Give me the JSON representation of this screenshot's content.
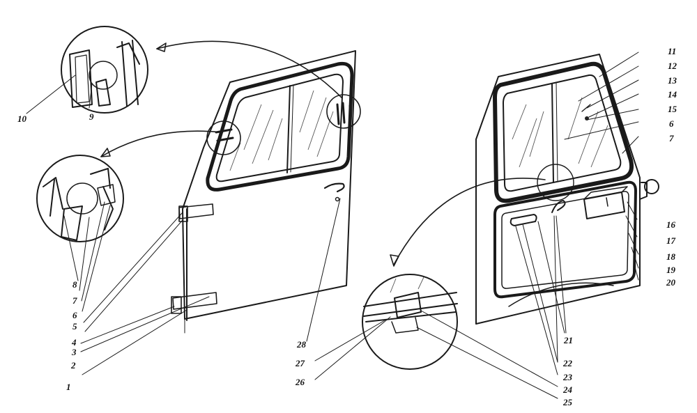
{
  "labels": {
    "l1": "1",
    "l2": "2",
    "l3": "3",
    "l4": "4",
    "l5": "5",
    "l6": "6",
    "l7": "7",
    "l8": "8",
    "l9": "9",
    "l10": "10",
    "r11": "11",
    "r12": "12",
    "r13": "13",
    "r14": "14",
    "r15": "15",
    "r6": "6",
    "r7": "7",
    "r16": "16",
    "r17": "17",
    "r18": "18",
    "r19": "19",
    "r20": "20",
    "r21": "21",
    "r22": "22",
    "r23": "23",
    "r24": "24",
    "r25": "25",
    "r26": "26",
    "r27": "27",
    "r28": "28"
  }
}
